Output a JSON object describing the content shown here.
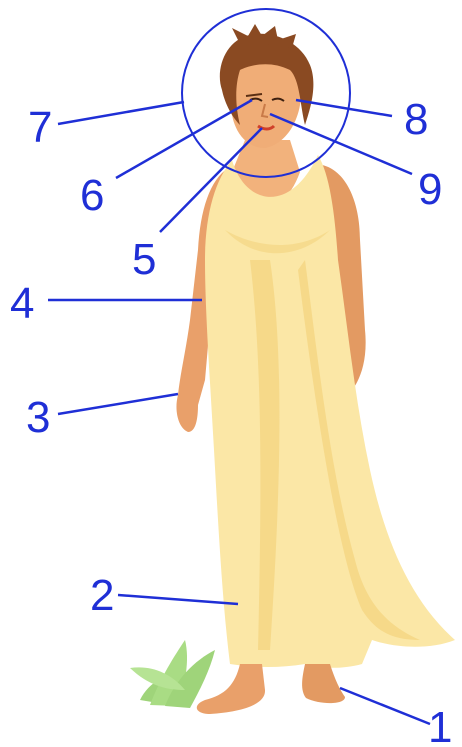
{
  "diagram": {
    "colors": {
      "label": "#1f2fd6",
      "line": "#1f2fd6",
      "dress": "#fbe7a6",
      "dress_shadow": "#f3d37e",
      "skin": "#e9a06a",
      "skin_dark": "#c97a48",
      "hair": "#8a4a22",
      "grass": "#9fd47a"
    },
    "labels": [
      {
        "id": "1",
        "text": "1"
      },
      {
        "id": "2",
        "text": "2"
      },
      {
        "id": "3",
        "text": "3"
      },
      {
        "id": "4",
        "text": "4"
      },
      {
        "id": "5",
        "text": "5"
      },
      {
        "id": "6",
        "text": "6"
      },
      {
        "id": "7",
        "text": "7"
      },
      {
        "id": "8",
        "text": "8"
      },
      {
        "id": "9",
        "text": "9"
      }
    ]
  }
}
